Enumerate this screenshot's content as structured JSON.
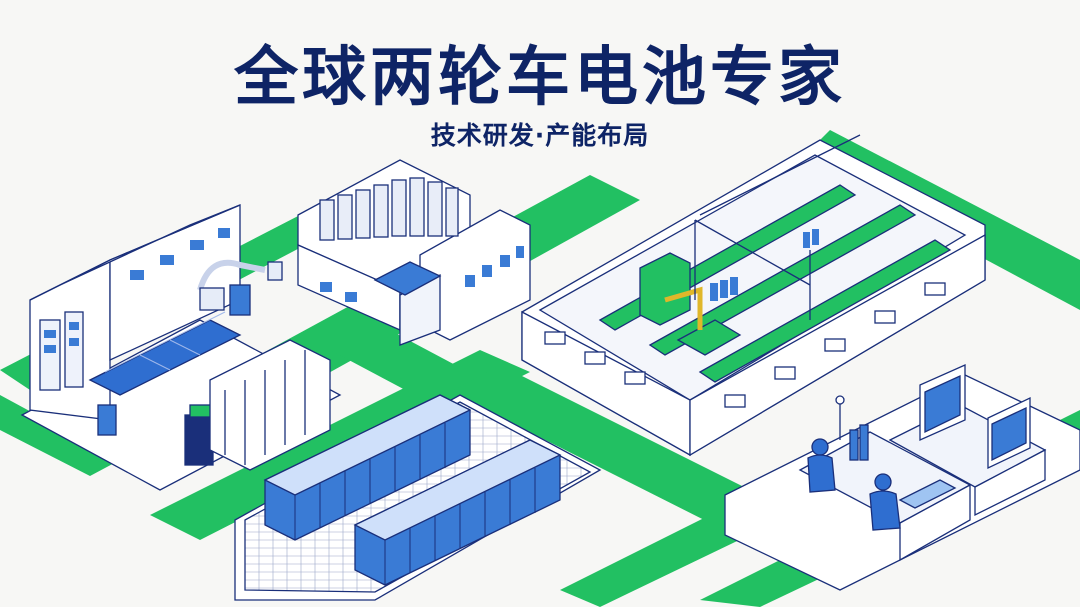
{
  "header": {
    "title": "全球两轮车电池专家",
    "subtitle": "技术研发·产能布局"
  },
  "colors": {
    "navy": "#0e2466",
    "green": "#22c062",
    "blue": "#3a7bd5",
    "outline": "#1a2f7a",
    "background": "#f7f7f5"
  },
  "scenes": [
    "battery-manufacturing-plant",
    "factory-building",
    "assembly-line-hall",
    "battery-storage-array",
    "rd-lab-workstations"
  ]
}
